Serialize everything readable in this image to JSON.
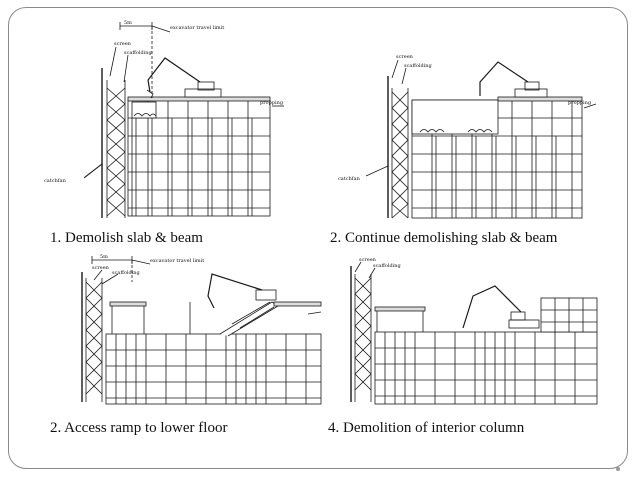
{
  "captions": [
    "1.   Demolish slab & beam",
    "2. Continue demolishing slab & beam",
    "2.     Access ramp to lower floor",
    "4. Demolition of interior column"
  ],
  "labels": {
    "screen": "screen",
    "scaffolding": "scaffolding",
    "propping": "propping",
    "catchfan": "catchfan",
    "distance": "5m",
    "excavator_travel_limit": "excavator travel limit"
  },
  "colors": {
    "frame": "#8a8a8a",
    "line": "#1a1a1a"
  }
}
